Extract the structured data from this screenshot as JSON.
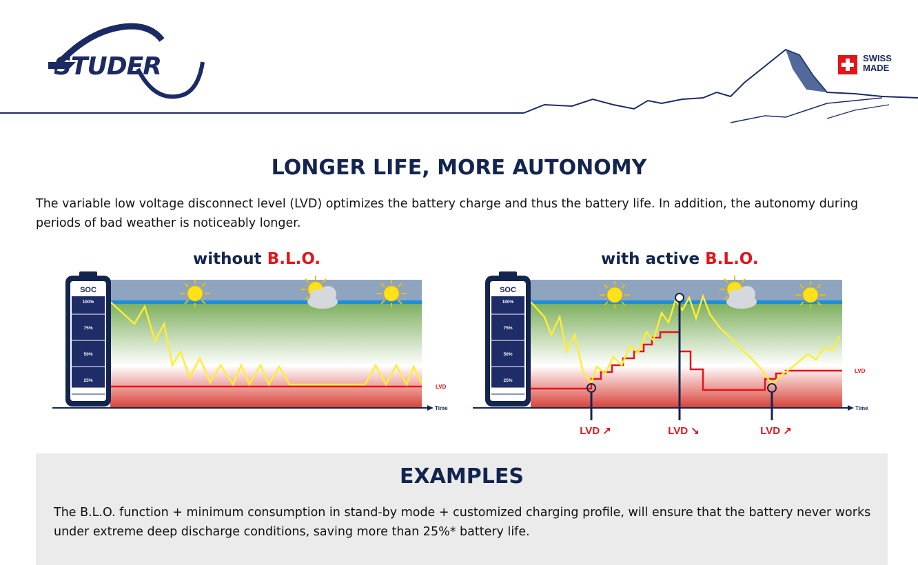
{
  "header": {
    "logo": "STUDER",
    "swiss_badge": [
      "SWISS",
      "MADE"
    ]
  },
  "headline": "LONGER LIFE, MORE AUTONOMY",
  "intro": "The variable low voltage disconnect level (LVD) optimizes the battery charge and thus the battery life. In addition, the autonomy during periods of bad weather is noticeably longer.",
  "diagram_left": {
    "title_prefix": "without ",
    "title_highlight": "B.L.O.",
    "battery_label": "SOC",
    "levels": [
      "100%",
      "75%",
      "50%",
      "25%"
    ],
    "lvd_label": "LVD",
    "time_label": "Time"
  },
  "diagram_right": {
    "title_prefix": "with active ",
    "title_highlight": "B.L.O.",
    "battery_label": "SOC",
    "levels": [
      "100%",
      "75%",
      "50%",
      "25%"
    ],
    "lvd_label": "LVD",
    "time_label": "Time",
    "markers": [
      "LVD ↗",
      "LVD ↘",
      "LVD ↗"
    ]
  },
  "examples": {
    "title": "EXAMPLES",
    "text": "The B.L.O. function + minimum consumption in stand-by mode + customized charging profile, will ensure that the battery never works under extreme deep discharge conditions, saving more than 25%* battery life."
  },
  "colors": {
    "navy": "#13244f",
    "red": "#e3141b",
    "yellow": "#ffee33",
    "sky": "#8fa4bf",
    "blue_line": "#1d8fd8"
  }
}
